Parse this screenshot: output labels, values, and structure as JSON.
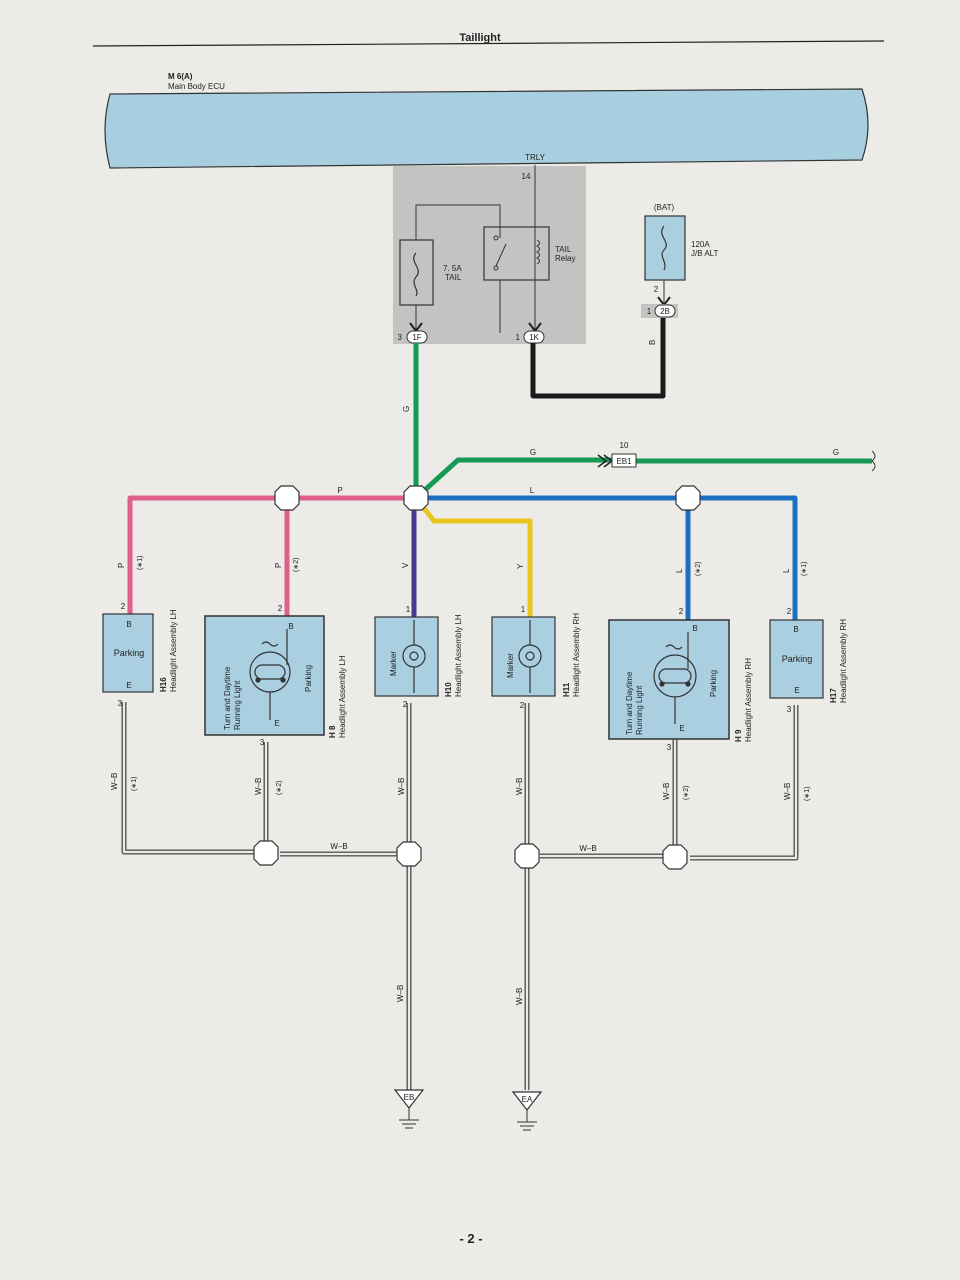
{
  "page": {
    "title": "Taillight",
    "page_number": "- 2 -"
  },
  "ecu": {
    "code": "M 6(A)",
    "name": "Main Body ECU",
    "terminal_name": "TRLY",
    "terminal_pin": "14"
  },
  "junction_block": {
    "fuse_rating": "7. 5A",
    "fuse_name": "TAIL",
    "relay_name": "TAIL",
    "relay_label": "Relay",
    "connector_1F": "1F",
    "connector_1F_pin": "3",
    "connector_1K": "1K",
    "connector_1K_pin": "1"
  },
  "battery_fuse": {
    "source": "(BAT)",
    "rating": "120A",
    "name": "J/B ALT",
    "pin_2": "2",
    "pin_1": "1",
    "connector": "2B"
  },
  "wire_colors": {
    "G": "G",
    "B": "B",
    "P": "P",
    "L": "L",
    "V": "V",
    "Y": "Y",
    "WB": "W–B"
  },
  "connector_eb1": {
    "pin": "10",
    "name": "EB1"
  },
  "variant_notes": {
    "n1": "(∗1)",
    "n2": "(∗2)"
  },
  "components": {
    "h16": {
      "code": "H16",
      "name": "Headlight Assembly LH",
      "function": "Parking",
      "pin_b": "B",
      "pin_e": "E",
      "pin_top": "2",
      "pin_bottom": "3"
    },
    "h8": {
      "code": "H 8",
      "name": "Headlight Assembly LH",
      "function_a": "Turn and Daytime",
      "function_b": "Running Light",
      "function_c": "Parking",
      "pin_b": "B",
      "pin_e": "E",
      "pin_top": "2",
      "pin_bottom": "3"
    },
    "h10": {
      "code": "H10",
      "name": "Headlight Assembly LH",
      "function": "Marker",
      "pin_top": "1",
      "pin_bottom": "2"
    },
    "h11": {
      "code": "H11",
      "name": "Headlight Assembly RH",
      "function": "Marker",
      "pin_top": "1",
      "pin_bottom": "2"
    },
    "h9": {
      "code": "H 9",
      "name": "Headlight Assembly RH",
      "function_a": "Turn and Daytime",
      "function_b": "Running Light",
      "function_c": "Parking",
      "pin_b": "B",
      "pin_e": "E",
      "pin_top": "2",
      "pin_bottom": "3"
    },
    "h17": {
      "code": "H17",
      "name": "Headlight Assembly RH",
      "function": "Parking",
      "pin_b": "B",
      "pin_e": "E",
      "pin_top": "2",
      "pin_bottom": "3"
    }
  },
  "grounds": {
    "eb": "EB",
    "ea": "EA"
  },
  "colors": {
    "paper": "#ecebe8",
    "ecu_fill": "#a8cfe0",
    "jb_fill": "#c3c3c1",
    "component_fill": "#a9cfe0",
    "wire_green": "#159a55",
    "wire_black": "#1a1a1a",
    "wire_pink": "#e05f8c",
    "wire_blue": "#1b70c2",
    "wire_violet": "#4a3a8c",
    "wire_yellow": "#e8c61e"
  }
}
